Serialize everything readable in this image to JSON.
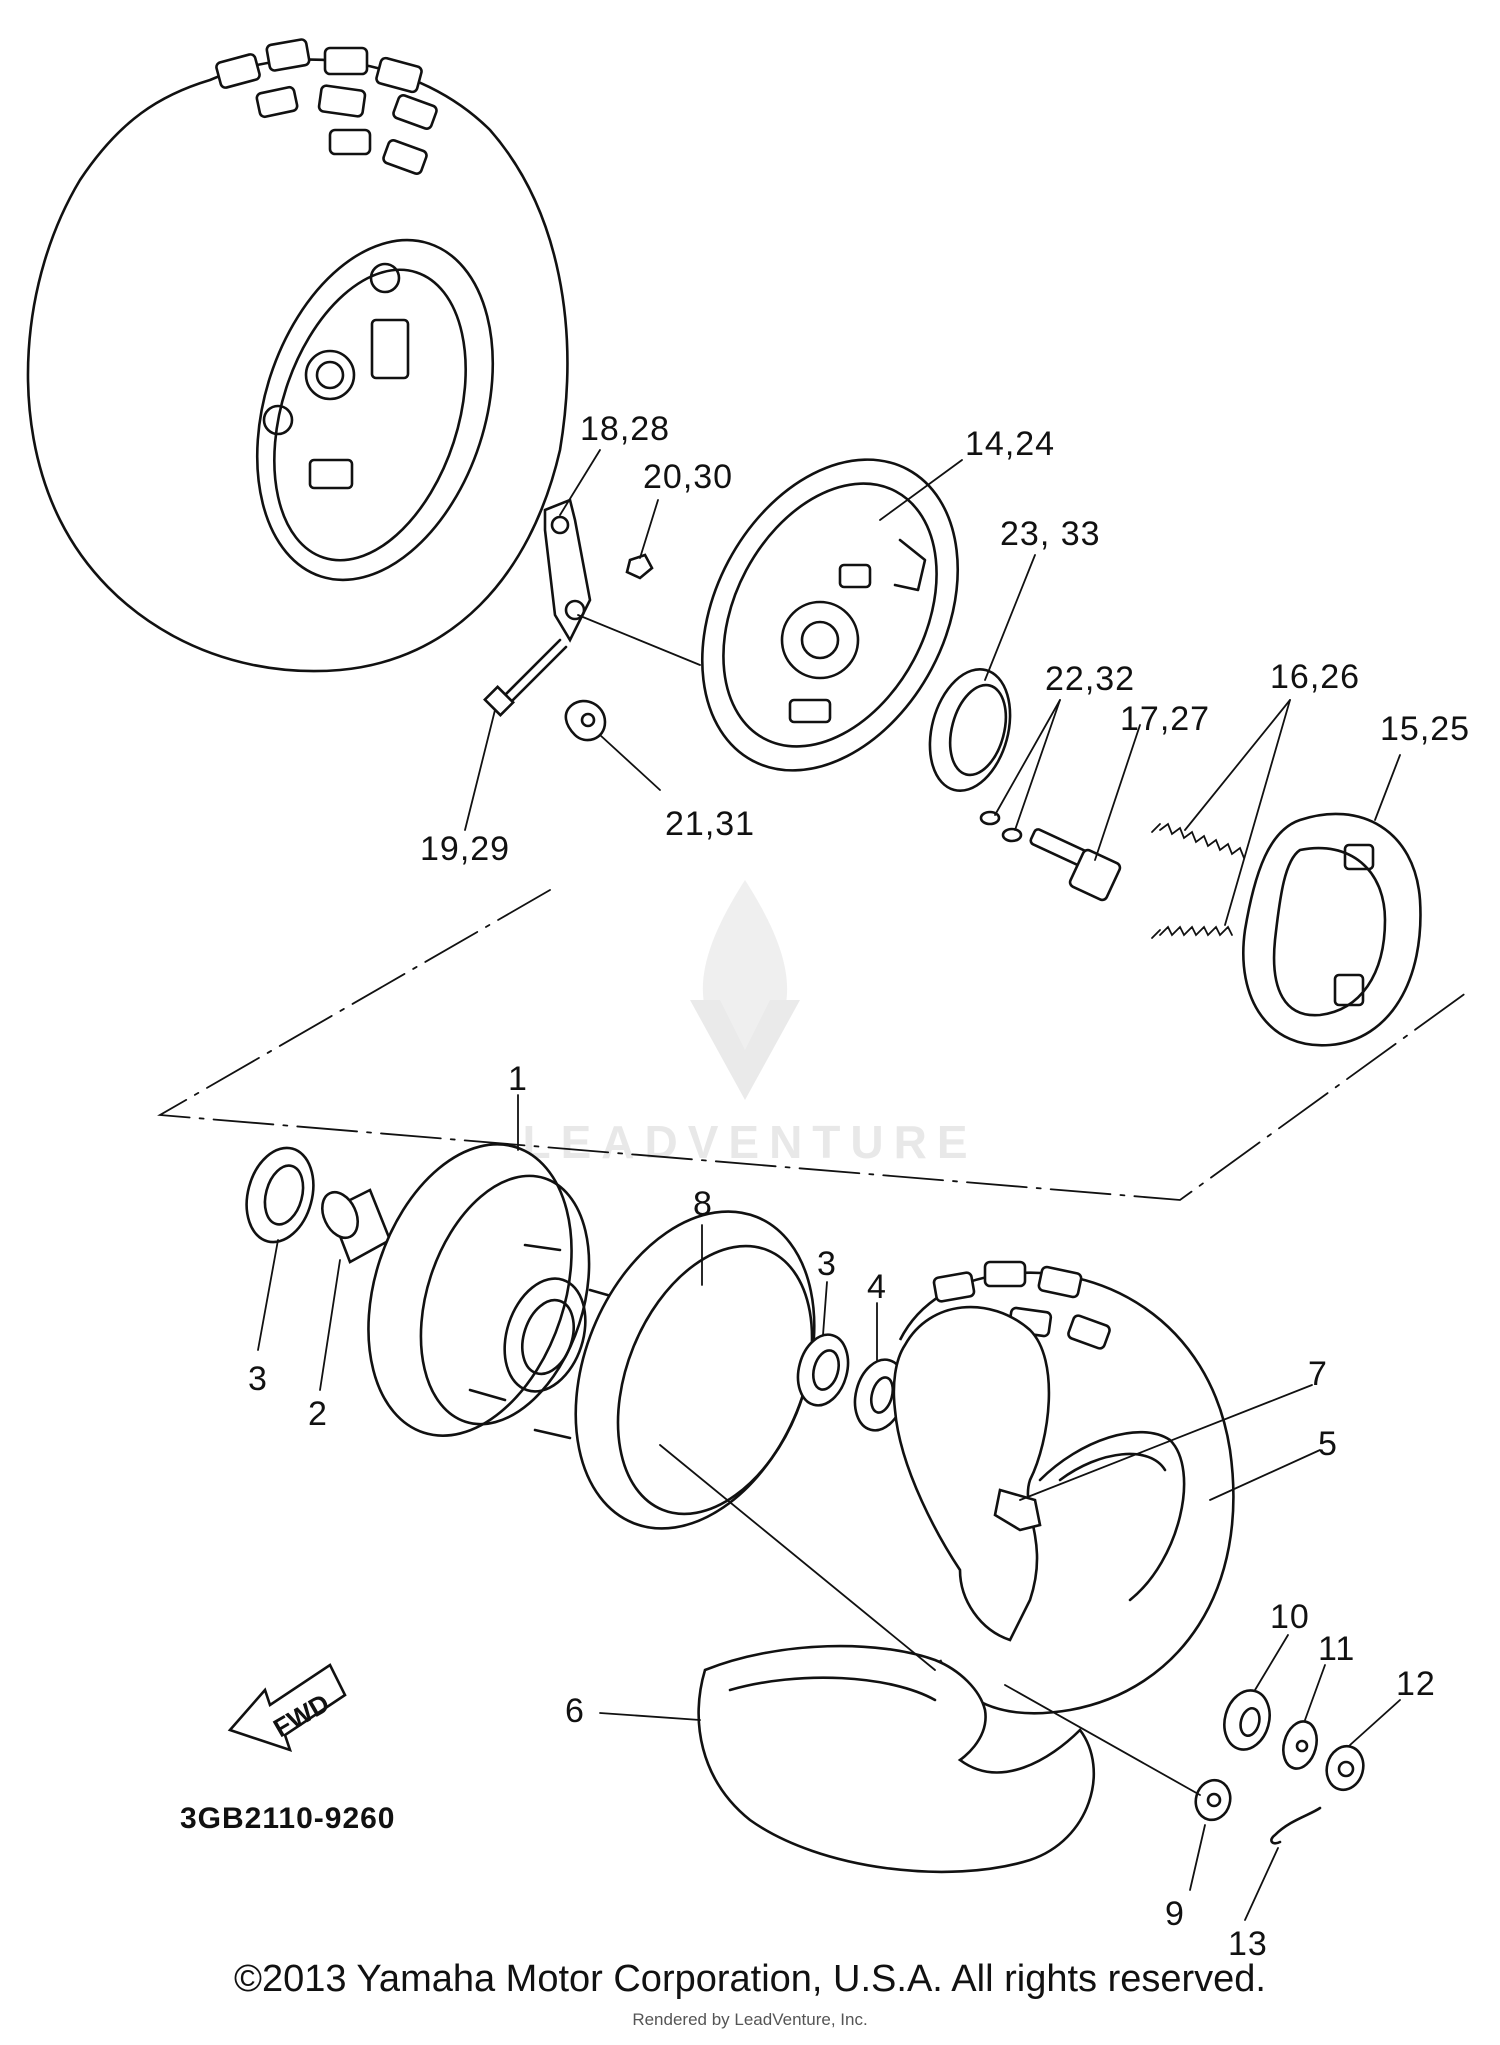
{
  "diagram": {
    "callouts": [
      {
        "id": "c-18-28",
        "text": "18,28"
      },
      {
        "id": "c-20-30",
        "text": "20,30"
      },
      {
        "id": "c-14-24",
        "text": "14,24"
      },
      {
        "id": "c-23-33",
        "text": "23, 33"
      },
      {
        "id": "c-22-32",
        "text": "22,32"
      },
      {
        "id": "c-16-26",
        "text": "16,26"
      },
      {
        "id": "c-17-27",
        "text": "17,27"
      },
      {
        "id": "c-15-25",
        "text": "15,25"
      },
      {
        "id": "c-19-29",
        "text": "19,29"
      },
      {
        "id": "c-21-31",
        "text": "21,31"
      },
      {
        "id": "c-1",
        "text": "1"
      },
      {
        "id": "c-8",
        "text": "8"
      },
      {
        "id": "c-3a",
        "text": "3"
      },
      {
        "id": "c-2",
        "text": "2"
      },
      {
        "id": "c-3b",
        "text": "3"
      },
      {
        "id": "c-4",
        "text": "4"
      },
      {
        "id": "c-7",
        "text": "7"
      },
      {
        "id": "c-5",
        "text": "5"
      },
      {
        "id": "c-6",
        "text": "6"
      },
      {
        "id": "c-10",
        "text": "10"
      },
      {
        "id": "c-11",
        "text": "11"
      },
      {
        "id": "c-12",
        "text": "12"
      },
      {
        "id": "c-9",
        "text": "9"
      },
      {
        "id": "c-13",
        "text": "13"
      }
    ],
    "fwd_label": "FWD",
    "part_code": "3GB2110-9260",
    "watermark": "LEADVENTURE"
  },
  "footer": {
    "copyright": "©2013 Yamaha Motor Corporation, U.S.A. All rights reserved.",
    "rendered_by": "Rendered by LeadVenture, Inc."
  },
  "colors": {
    "line": "#111111",
    "background": "#ffffff",
    "watermark": "#e6e6e6"
  }
}
